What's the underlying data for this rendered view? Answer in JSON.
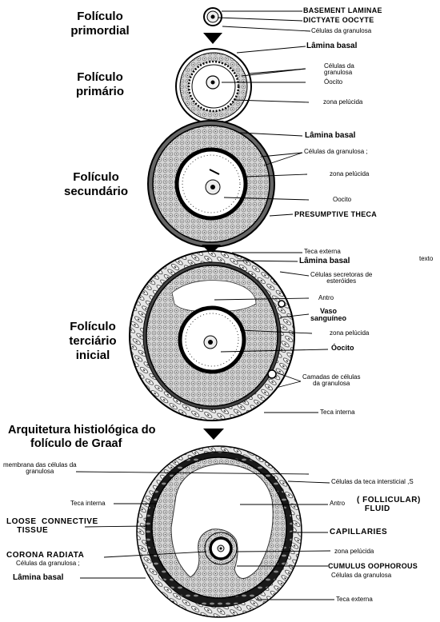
{
  "stages": [
    {
      "id": "s1",
      "title_lines": [
        "Folículo",
        "primordial"
      ]
    },
    {
      "id": "s2",
      "title_lines": [
        "Folículo",
        "primário"
      ]
    },
    {
      "id": "s3",
      "title_lines": [
        "Folículo",
        "secundário"
      ]
    },
    {
      "id": "s4",
      "title_lines": [
        "Folículo",
        "terciário",
        "inicial"
      ]
    }
  ],
  "graaf_title_lines": [
    "Arquitetura histiológica do",
    "folículo de Graaf"
  ],
  "labels": {
    "basement_laminae": "BASEMENT LAMINAE",
    "dictyate_oocyte": "DICTYATE OOCYTE",
    "celulas_granulosa_1": "Células da granulosa",
    "lamina_basal_1": "Lâmina basal",
    "celulas_da_granulosa_2": "Células da\ngranulosa",
    "oocito_1": "Óocito",
    "zona_pelucida_1": "zona pelúcida",
    "lamina_basal_2": "Lâmina basal",
    "celulas_granulosa_3": "Células da granulosa ;",
    "zona_pelucida_2": "zona pelúcida",
    "oocito_2": "Oocito",
    "presumptive_theca": "PRESUMPTIVE THECA",
    "teca_externa_1": "Teca externa",
    "lamina_basal_3": "Lâmina basal",
    "texto": "texto",
    "celulas_secretoras": "Células secretoras de\nesteróides",
    "antro_1": "Antro",
    "vaso_sanguineo": "Vaso\nsanguíneo",
    "zona_pelucida_3": "zona pelúcida",
    "oocito_3": "Óocito",
    "camadas": "Camadas de células\nda granulosa",
    "teca_interna_1": "Teca interna",
    "membrana": "membrana das células da\ngranulosa",
    "teca_interna_2": "Teca interna",
    "loose_connective": "LOOSE  CONNECTIVE\n    TISSUE",
    "corona_radiata": "CORONA  RADIATA",
    "celulas_granulosa_4": "Células da granulosa ;",
    "lamina_basal_4": "Lâmina basal",
    "celulas_teca_intersticial": "Células da teca intersticial ,S",
    "antro_2": "Antro",
    "follicular_fluid": "( FOLLICULAR)\n   FLUID",
    "capillaries": "CAPILLARIES",
    "zona_pelucida_4": "zona pelúcida",
    "cumulus_oophorous": "CUMULUS  OOPHOROUS",
    "celulas_granulosa_5": "Células da granulosa",
    "teca_externa_2": "Teca externa"
  }
}
